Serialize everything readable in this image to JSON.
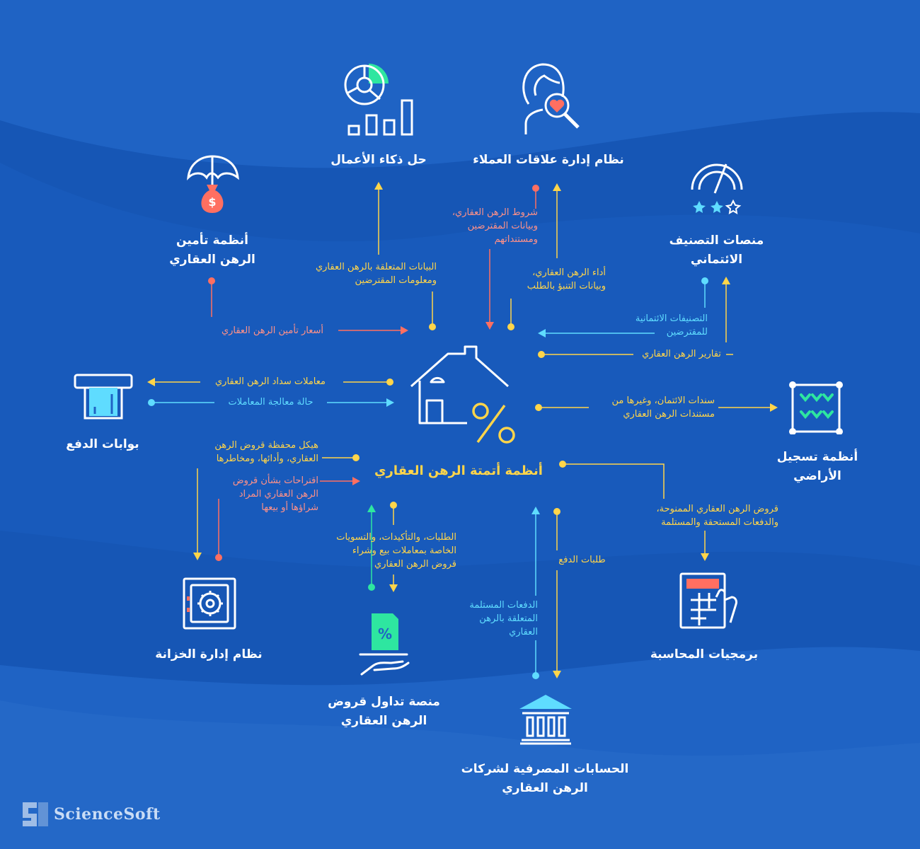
{
  "nodes": {
    "center": "أنظمة أتمتة الرهن العقاري",
    "crm": "نظام إدارة علاقات العملاء",
    "bi": "حل ذكاء الأعمال",
    "insurance": [
      "أنظمة تأمين",
      "الرهن العقاري"
    ],
    "credit": [
      "منصات التصنيف",
      "الائتماني"
    ],
    "payment": "بوابات الدفع",
    "land": [
      "أنظمة تسجيل",
      "الأراضي"
    ],
    "treasury": "نظام إدارة الخزانة",
    "trading": [
      "منصة تداول قروض",
      "الرهن العقاري"
    ],
    "bank": [
      "الحسابات المصرفية لشركات",
      "الرهن العقاري"
    ],
    "accounting": "برمجيات المحاسبة"
  },
  "flows": {
    "crm_terms": [
      "شروط الرهن العقاري،",
      "وبيانات المقترضين",
      "ومستنداتهم"
    ],
    "crm_perf": [
      "أداء الرهن العقاري،",
      "وبيانات التنبؤ بالطلب"
    ],
    "bi_data": [
      "البيانات المتعلقة بالرهن العقاري",
      "ومعلومات المقترضين"
    ],
    "ins_rates": "أسعار تأمين الرهن العقاري",
    "credit_ratings": [
      "التصنيفات الائتمانية",
      "للمقترضين"
    ],
    "credit_reports": "تقارير الرهن العقاري",
    "pay_transactions": "معاملات سداد الرهن العقاري",
    "pay_status": "حالة معالجة المعاملات",
    "land_docs": [
      "سندات الائتمان، وغيرها من",
      "مستندات الرهن العقاري"
    ],
    "treasury_structure": [
      "هيكل محفظة قروض الرهن",
      "العقاري، وأدائها، ومخاطرها"
    ],
    "treasury_proposals": [
      "اقتراحات بشأن قروض",
      "الرهن العقاري المراد",
      "شراؤها أو بيعها"
    ],
    "trading_requests": [
      "الطلبات، والتأكيدات، والتسويات",
      "الخاصة بمعاملات بيع وشراء",
      "قروض الرهن العقاري"
    ],
    "bank_received": [
      "الدفعات المستلمة",
      "المتعلقة بالرهن",
      "العقاري"
    ],
    "bank_requests": "طلبات الدفع",
    "accounting_loans": [
      "قروض الرهن العقاري الممنوحة،",
      "والدفعات المستحقة والمستلمة"
    ]
  },
  "icons": [
    "house-percent-icon",
    "crm-person-heart-icon",
    "bi-chart-icon",
    "umbrella-money-icon",
    "gauge-stars-icon",
    "card-slot-icon",
    "land-grid-icon",
    "safe-icon",
    "percent-document-hand-icon",
    "bank-building-icon",
    "calculator-hand-icon",
    "sciencesoft-logo-icon"
  ],
  "colors": {
    "background": "#1f63c4",
    "yellow": "#ffd54a",
    "cyan": "#5fdcff",
    "coral": "#ff6f61",
    "green": "#2ee6a0"
  },
  "brand": "ScienceSoft"
}
